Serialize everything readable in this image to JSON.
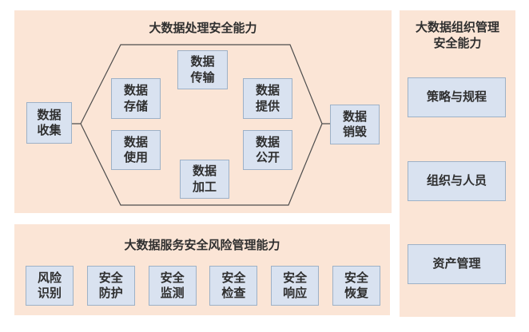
{
  "colors": {
    "panel_bg": "#fbe5d6",
    "node_fill": "#d9e2f0",
    "node_border": "#9db1c7",
    "line": "#4d4d4d",
    "text": "#2f2f2f"
  },
  "panels": {
    "processing": {
      "title": "大数据处理安全能力",
      "nodes": {
        "collect": "数据\n收集",
        "store": "数据\n存储",
        "transfer": "数据\n传输",
        "provide": "数据\n提供",
        "use": "数据\n使用",
        "process": "数据\n加工",
        "publish": "数据\n公开",
        "destroy": "数据\n销毁"
      }
    },
    "risk": {
      "title": "大数据服务安全风险管理能力",
      "nodes": [
        "风险\n识别",
        "安全\n防护",
        "安全\n监测",
        "安全\n检查",
        "安全\n响应",
        "安全\n恢复"
      ]
    },
    "org": {
      "title": "大数据组织管理\n安全能力",
      "nodes": [
        "策略与规程",
        "组织与人员",
        "资产管理"
      ]
    }
  }
}
